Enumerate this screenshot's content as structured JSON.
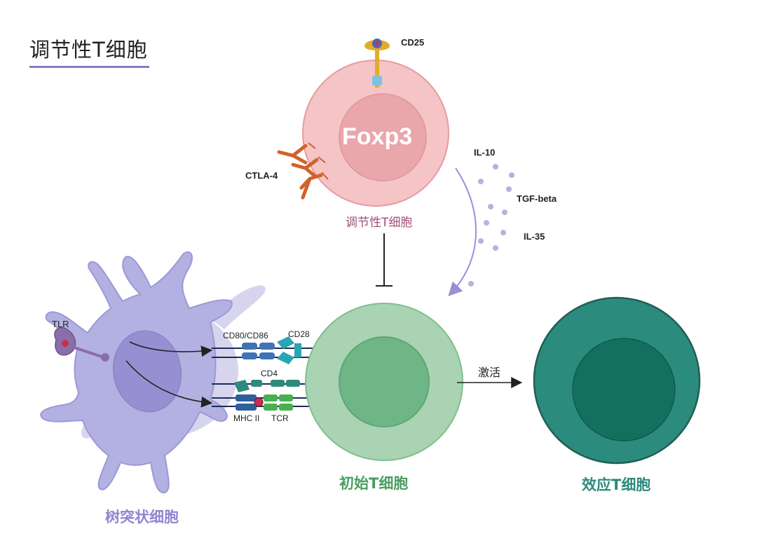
{
  "title": "调节性T细胞",
  "treg": {
    "label": "调节性T细胞",
    "nucleus_text": "Foxp3",
    "receptor_cd25": "CD25",
    "receptor_ctla4": "CTLA-4"
  },
  "cytokines": [
    "IL-10",
    "TGF-beta",
    "IL-35"
  ],
  "dendritic_cell": {
    "label": "树突状细胞",
    "receptor_tlr": "TLR",
    "cd80_cd86": "CD80/CD86",
    "mhc": "MHC II"
  },
  "naive_t": {
    "label": "初始T细胞",
    "cd28": "CD28",
    "cd4": "CD4",
    "tcr": "TCR"
  },
  "activation_label": "激活",
  "effector_t": {
    "label": "效应T细胞"
  },
  "colors": {
    "treg_fill": "#f4c4c6",
    "dc_fill": "#b3b0e2",
    "naive_fill": "#a9d3b3",
    "effector_fill": "#2b8c7e",
    "treg_label": "#a0527a",
    "dc_label": "#8f86cf",
    "naive_label": "#4a9e61",
    "effector_label": "#2d8a7c"
  }
}
